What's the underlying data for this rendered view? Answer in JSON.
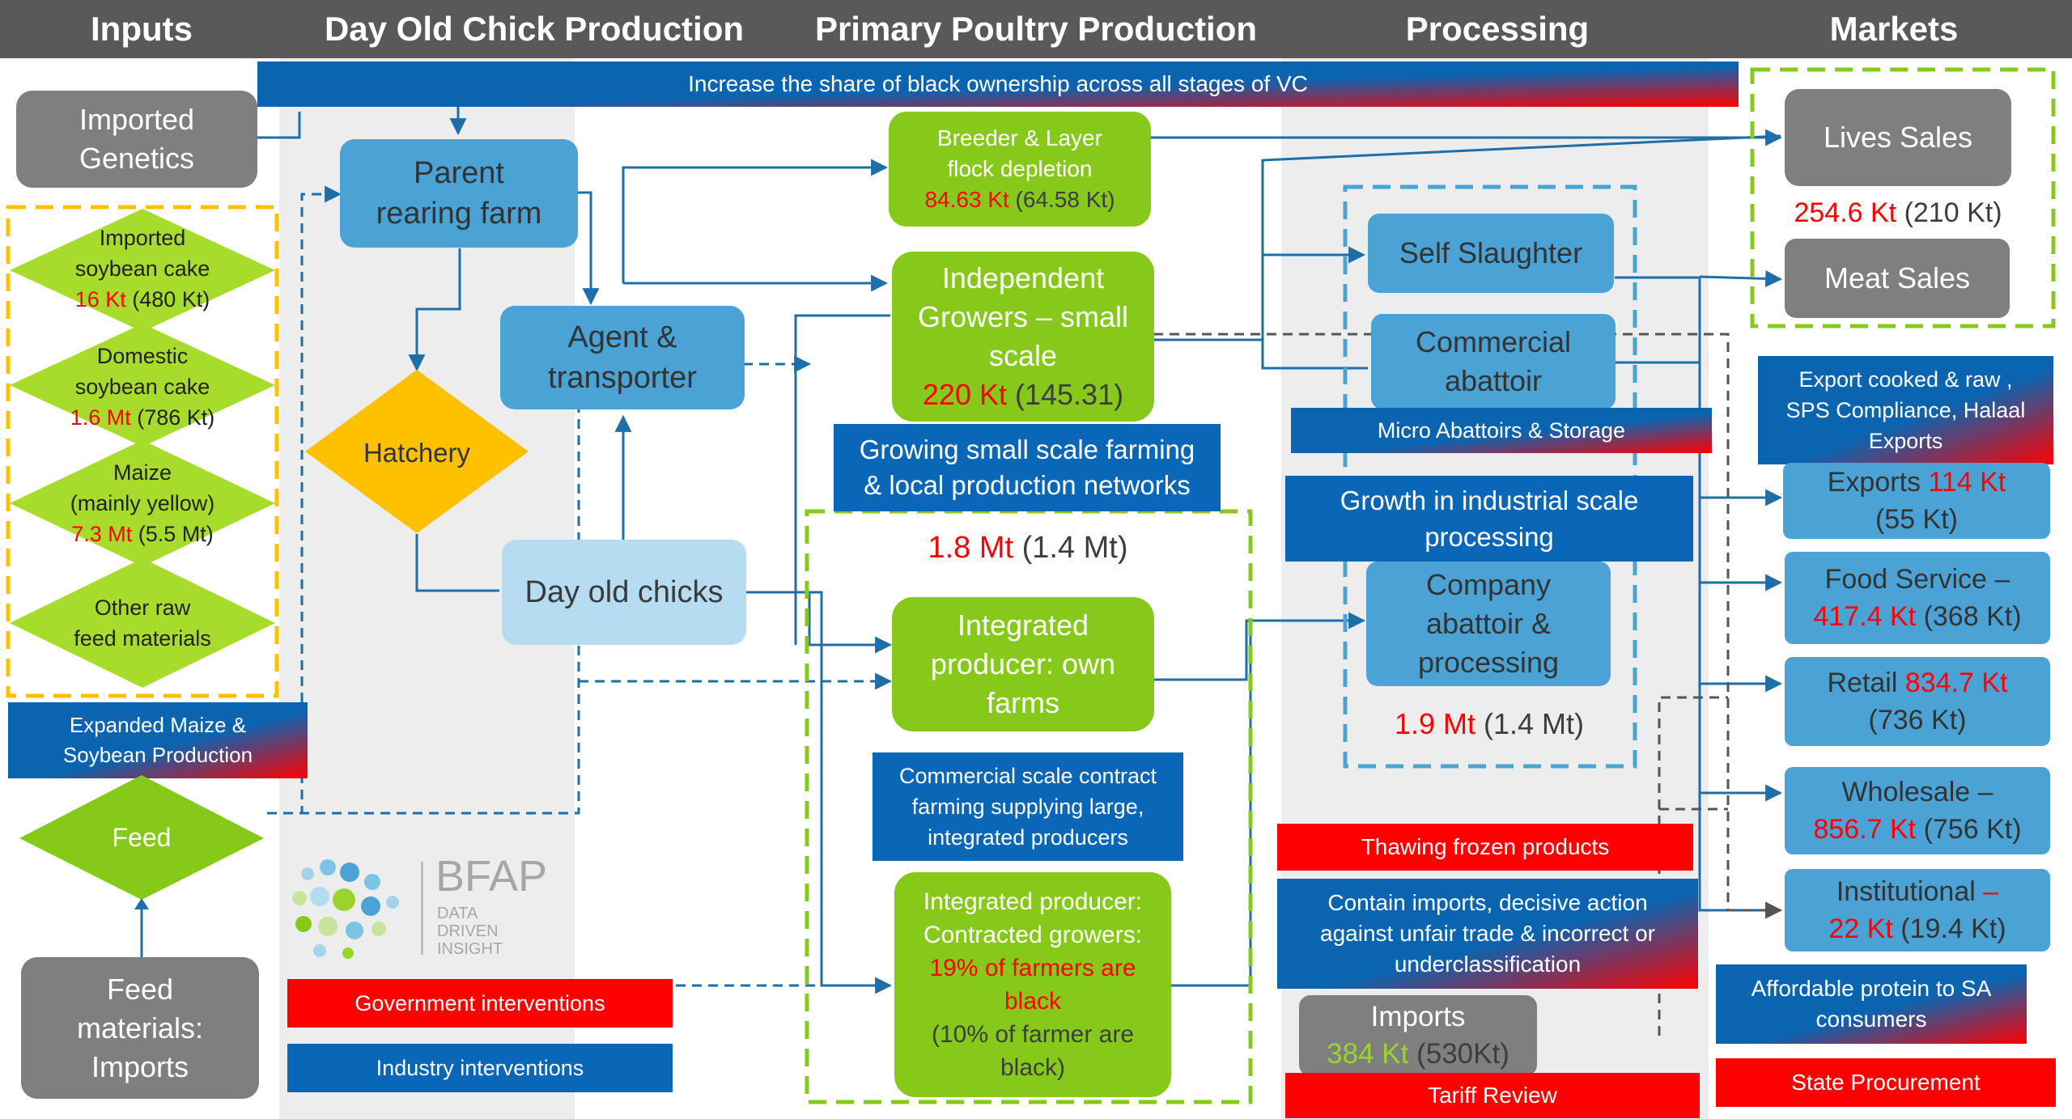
{
  "headers": {
    "inputs": "Inputs",
    "day_old_chick": "Day Old Chick  Production",
    "primary": "Primary Poultry Production",
    "processing": "Processing",
    "markets": "Markets"
  },
  "top_banner": "Increase the share of black ownership across all stages of VC",
  "inputs": {
    "imported_genetics": [
      "Imported",
      "Genetics"
    ],
    "imported_soy": {
      "l1": "Imported",
      "l2": "soybean cake",
      "red": "16 Kt",
      "rest": " (480 Kt)"
    },
    "domestic_soy": {
      "l1": "Domestic",
      "l2": "soybean cake",
      "red": "1.6 Mt",
      "rest": " (786 Kt)"
    },
    "maize": {
      "l1": "Maize",
      "l2": "(mainly yellow)",
      "red": "7.3 Mt",
      "rest": " (5.5 Mt)"
    },
    "other_raw": [
      "Other raw",
      "feed materials"
    ],
    "expanded_banner": [
      "Expanded Maize &",
      "Soybean Production"
    ],
    "feed": "Feed",
    "feed_imports": [
      "Feed",
      "materials:",
      "Imports"
    ]
  },
  "doc": {
    "parent_farm": [
      "Parent",
      "rearing farm"
    ],
    "agent": [
      "Agent &",
      "transporter"
    ],
    "hatchery": "Hatchery",
    "day_old_chicks": "Day old chicks",
    "logo": {
      "name": "BFAP",
      "tag": [
        "DATA",
        "DRIVEN",
        "INSIGHT"
      ]
    },
    "gov_interventions": "Government interventions",
    "industry_interventions": "Industry interventions"
  },
  "primary": {
    "breeder": {
      "l1": "Breeder & Layer",
      "l2": "flock depletion",
      "red": "84.63 Kt",
      "rest": " (64.58 Kt)"
    },
    "independent": {
      "l1": "Independent",
      "l2": "Growers – small",
      "l3": "scale",
      "red": "220 Kt",
      "rest": " (145.31)"
    },
    "small_banner": [
      "Growing small scale farming",
      "& local production networks"
    ],
    "integrated_total": {
      "red": "1.8 Mt",
      "rest": " (1.4 Mt)"
    },
    "integrated_own": [
      "Integrated",
      "producer: own",
      "farms"
    ],
    "commercial_banner": [
      "Commercial scale contract",
      "farming supplying large,",
      "integrated producers"
    ],
    "contracted": {
      "l1": "Integrated producer:",
      "l2": "Contracted growers:",
      "red1": "19% of farmers are",
      "red2": "black",
      "l3": "(10% of farmer are",
      "l4": "black)"
    }
  },
  "processing": {
    "self_slaughter": "Self Slaughter",
    "commercial": [
      "Commercial",
      "abattoir"
    ],
    "micro_banner": "Micro Abattoirs & Storage",
    "growth_banner": [
      "Growth in industrial scale",
      "processing"
    ],
    "company": [
      "Company",
      "abattoir &",
      "processing"
    ],
    "total": {
      "red": "1.9 Mt",
      "rest": " (1.4 Mt)"
    },
    "thawing_banner": "Thawing frozen products",
    "contain_banner": [
      "Contain imports, decisive action",
      "against unfair trade & incorrect or",
      "underclassification"
    ],
    "imports": {
      "l1": "Imports",
      "green": "384 Kt",
      "rest": " (530Kt)"
    },
    "tariff_banner": "Tariff Review"
  },
  "markets": {
    "live_sales": "Lives Sales",
    "live_total": {
      "red": "254.6 Kt",
      "rest": " (210 Kt)"
    },
    "meat_sales": "Meat Sales",
    "export_banner": [
      "Export cooked & raw ,",
      "SPS Compliance, Halaal",
      "Exports"
    ],
    "exports": {
      "l1": "Exports ",
      "red": "114 Kt",
      "l2": "(55 Kt)"
    },
    "food_service": {
      "l1": "Food Service –",
      "red": "417.4 Kt",
      "rest": " (368 Kt)"
    },
    "retail": {
      "l1": "Retail ",
      "red": "834.7 Kt",
      "l2": "(736 Kt)"
    },
    "wholesale": {
      "l1": "Wholesale –",
      "red": "856.7 Kt",
      "rest": " (756 Kt)"
    },
    "institutional": {
      "l1": "Institutional ",
      "dash": "–",
      "red": "22 Kt",
      "rest": " (19.4 Kt)"
    },
    "affordable_banner": [
      "Affordable protein to SA",
      "consumers"
    ],
    "state_banner": "State Procurement"
  },
  "colors": {
    "header": "#595959",
    "blue_box": "#4aa3d4",
    "green_box": "#86c91b",
    "grey_box": "#7f7f7f",
    "banner_blue": "#0a66b6",
    "banner_red": "#ff0000",
    "hatchery": "#ffc000"
  }
}
